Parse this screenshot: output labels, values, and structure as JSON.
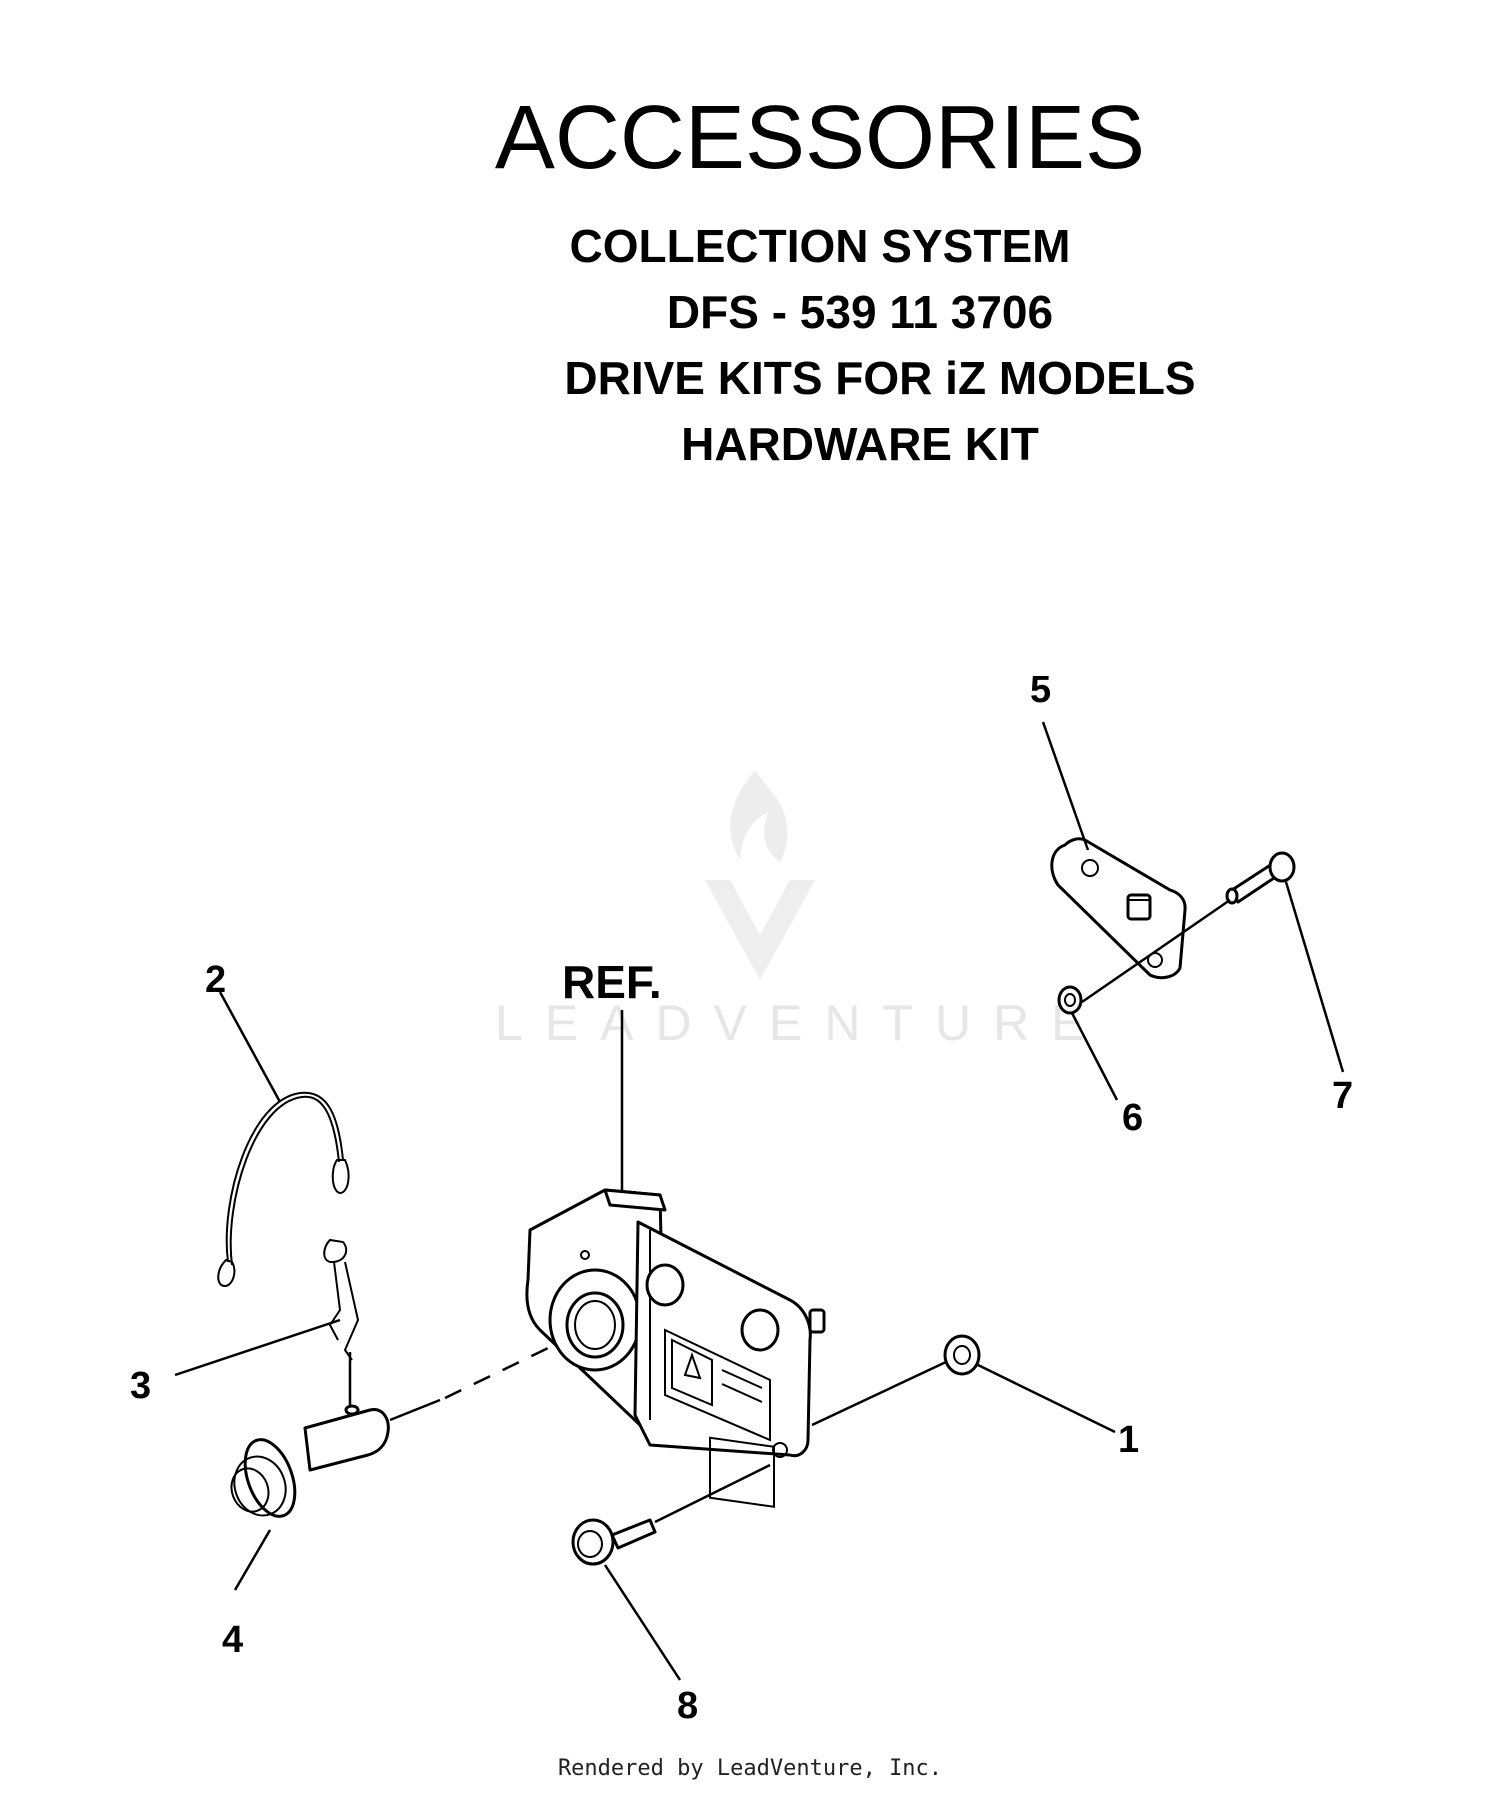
{
  "header": {
    "title": "ACCESSORIES",
    "subtitles": [
      "COLLECTION SYSTEM",
      "DFS - 539 11 3706",
      "DRIVE KITS FOR iZ MODELS",
      "HARDWARE KIT"
    ]
  },
  "diagram": {
    "reference_label": "REF.",
    "callouts": [
      "1",
      "2",
      "3",
      "4",
      "5",
      "6",
      "7",
      "8"
    ],
    "watermark": "LEADVENTURE"
  },
  "footer": {
    "text": "Rendered by LeadVenture, Inc."
  }
}
